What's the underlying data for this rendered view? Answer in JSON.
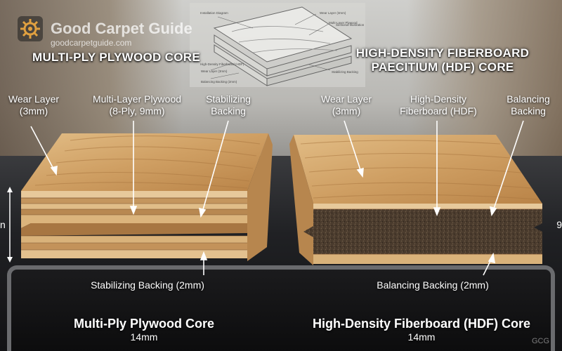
{
  "brand": {
    "name": "Good Carpet Guide",
    "url": "goodcarpetguide.com",
    "watermark": "GCG",
    "logo_icon": "gear-icon"
  },
  "diagram_labels": [
    "Installation Diagram",
    "Wear Layer (3mm)",
    "Wear Layer (3mm)",
    "High-Density Fiberboard (HDF)",
    "Balancing Backing (2mm)",
    "Multi-Layer Plywood",
    "Stabilizing Backing",
    "Sectional Illustration"
  ],
  "left": {
    "heading": "MULTI-PLY PLYWOOD CORE",
    "wear_layer": [
      "Wear Layer",
      "(3mm)"
    ],
    "core": [
      "Multi-Layer Plywood",
      "(8-Ply, 9mm)"
    ],
    "backing": [
      "Stabilizing",
      "Backing"
    ],
    "bottom_backing": "Stabilizing Backing (2mm)",
    "title": "Multi-Ply Plywood Core",
    "thickness": "14mm",
    "edge_text": "n"
  },
  "right": {
    "heading": [
      "HIGH-DENSITY FIBERBOARD",
      "PAECITIUM (HDF) CORE"
    ],
    "wear_layer": [
      "Wear Layer",
      "(3mm)"
    ],
    "core": [
      "High-Density",
      "Fiberboard (HDF)"
    ],
    "backing": [
      "Balancing",
      "Backing"
    ],
    "bottom_backing": "Balancing Backing (2mm)",
    "title": "High-Density Fiberboard (HDF) Core",
    "thickness": "14mm",
    "edge_text": "9"
  },
  "colors": {
    "oak_light": "#d9b27d",
    "oak_mid": "#c8965c",
    "oak_dark": "#a87440",
    "hdf": "#4a3a2c",
    "arrow": "#ffffff"
  }
}
